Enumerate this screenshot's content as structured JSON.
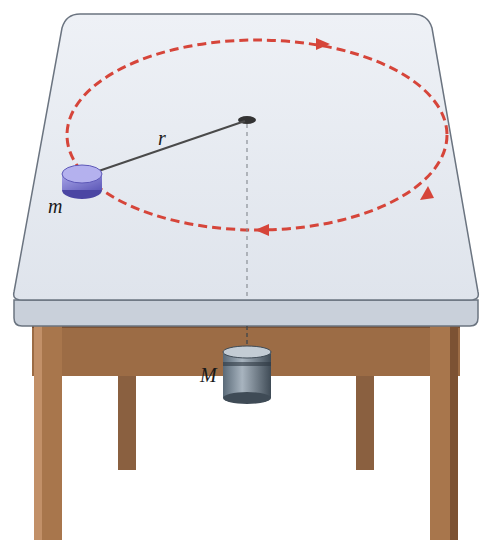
{
  "diagram": {
    "labels": [
      "m",
      "r",
      "M"
    ]
  }
}
